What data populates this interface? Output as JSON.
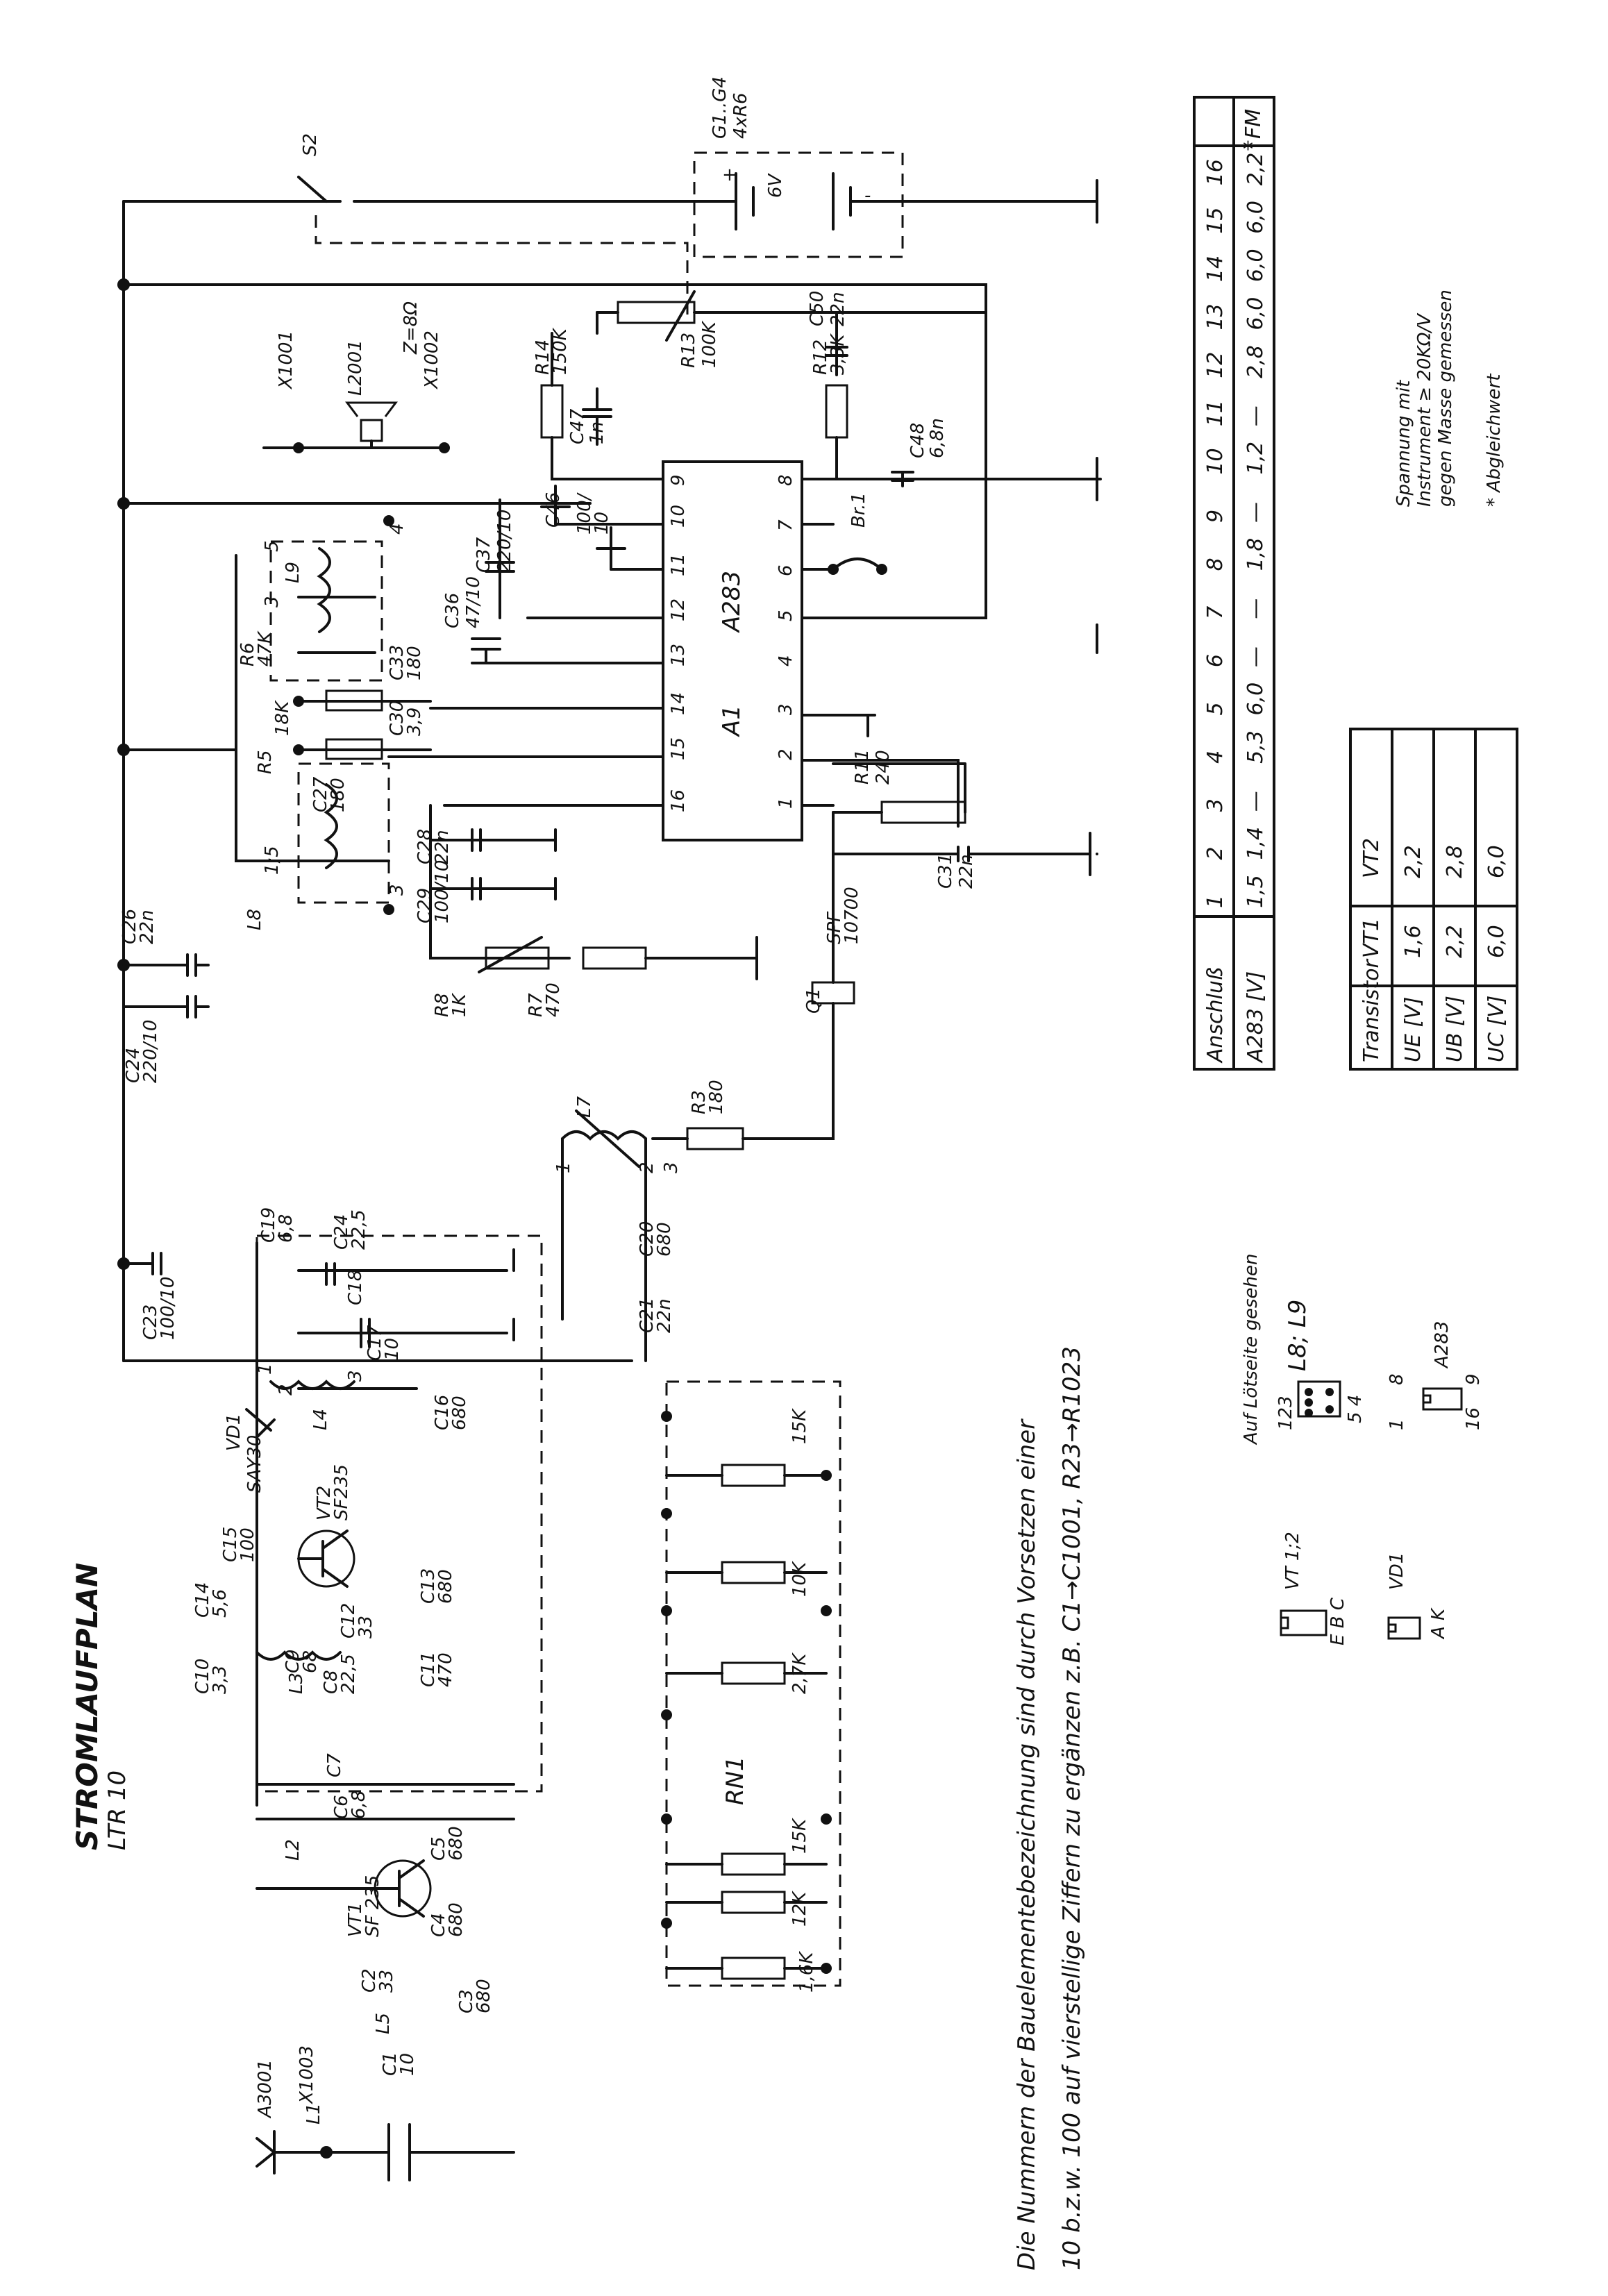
{
  "title": "STROMLAUFPLAN",
  "subtitle": "LTR 10",
  "note_line1": "Die Nummern der Bauelementebezeichnung sind durch Vorsetzen einer",
  "note_line2": "10 b.z.w. 100 auf vierstellige Ziffern zu ergänzen z.B. C1→C1001, R23→R1023",
  "ic": {
    "ref": "A1",
    "type": "A283",
    "pins_top": [
      "9",
      "10",
      "11",
      "12",
      "13",
      "14",
      "15",
      "16"
    ],
    "pins_bottom": [
      "8",
      "7",
      "6",
      "5",
      "4",
      "3",
      "2",
      "1"
    ]
  },
  "battery": {
    "ref": "G1..G4",
    "spec": "4xR6",
    "voltage": "6V",
    "plus": "+",
    "minus": "-"
  },
  "switch": "S2",
  "speaker": {
    "ref": "L2001",
    "impedance": "Z=8Ω",
    "x1": "X1001",
    "x2": "X1002"
  },
  "components": [
    {
      "ref": "R14",
      "val": "150K"
    },
    {
      "ref": "C47",
      "val": "1n"
    },
    {
      "ref": "R13",
      "val": "100K"
    },
    {
      "ref": "C50",
      "val": "22n"
    },
    {
      "ref": "R12",
      "val": "3,3K"
    },
    {
      "ref": "C48",
      "val": "6,8n"
    },
    {
      "ref": "C46",
      "val": "100/10"
    },
    {
      "ref": "C37",
      "val": "220/10"
    },
    {
      "ref": "C36",
      "val": "47/10"
    },
    {
      "ref": "C33",
      "val": "180"
    },
    {
      "ref": "C30",
      "val": "3,9"
    },
    {
      "ref": "R6",
      "val": "47K"
    },
    {
      "ref": "R5",
      "val": "18K"
    },
    {
      "ref": "C27",
      "val": "180"
    },
    {
      "ref": "C28",
      "val": "22n"
    },
    {
      "ref": "C29",
      "val": "100/10"
    },
    {
      "ref": "R8",
      "val": "1K"
    },
    {
      "ref": "R7",
      "val": "470"
    },
    {
      "ref": "R11",
      "val": "240"
    },
    {
      "ref": "C31",
      "val": "22n"
    },
    {
      "ref": "C26",
      "val": "22n"
    },
    {
      "ref": "C24",
      "val": "220/10"
    },
    {
      "ref": "Q1",
      "val": "SPF 10700"
    },
    {
      "ref": "R3",
      "val": "180"
    },
    {
      "ref": "C23",
      "val": "100/10"
    },
    {
      "ref": "C19",
      "val": "6,8"
    },
    {
      "ref": "C24",
      "val": "22,5"
    },
    {
      "ref": "C18",
      "val": ""
    },
    {
      "ref": "C17",
      "val": "10"
    },
    {
      "ref": "C20",
      "val": "680"
    },
    {
      "ref": "C21",
      "val": "22n"
    },
    {
      "ref": "C16",
      "val": "680"
    },
    {
      "ref": "C15",
      "val": "100"
    },
    {
      "ref": "C14",
      "val": "5,6"
    },
    {
      "ref": "C13",
      "val": "680"
    },
    {
      "ref": "C12",
      "val": "33"
    },
    {
      "ref": "C11",
      "val": "470"
    },
    {
      "ref": "C10",
      "val": "3,3"
    },
    {
      "ref": "C9",
      "val": "68"
    },
    {
      "ref": "C8",
      "val": "22,5"
    },
    {
      "ref": "C7",
      "val": ""
    },
    {
      "ref": "C6",
      "val": "6,8"
    },
    {
      "ref": "C5",
      "val": "680"
    },
    {
      "ref": "C4",
      "val": "680"
    },
    {
      "ref": "C3",
      "val": "680"
    },
    {
      "ref": "C2",
      "val": "33"
    },
    {
      "ref": "C1",
      "val": "10"
    },
    {
      "ref": "VT1",
      "val": "SF 235"
    },
    {
      "ref": "VT2",
      "val": "SF 235"
    },
    {
      "ref": "VD1",
      "val": "SAY30"
    },
    {
      "ref": "RN1",
      "val": ""
    },
    {
      "ref": "",
      "val": "15K"
    },
    {
      "ref": "",
      "val": "10K"
    },
    {
      "ref": "",
      "val": "2,7K"
    },
    {
      "ref": "",
      "val": "15K"
    },
    {
      "ref": "",
      "val": "12K"
    },
    {
      "ref": "",
      "val": "1,6K"
    }
  ],
  "coils": [
    "L1",
    "L2",
    "L3",
    "L4",
    "L5",
    "L7",
    "L8",
    "L9"
  ],
  "antenna": {
    "ref": "A3001",
    "conn": "X1003"
  },
  "br": "Br.1",
  "table1": {
    "header": [
      "Anschluß",
      "1",
      "2",
      "3",
      "4",
      "5",
      "6",
      "7",
      "8",
      "9",
      "10",
      "11",
      "12",
      "13",
      "14",
      "15",
      "16"
    ],
    "row": [
      "A283 [V]",
      "1,5",
      "1,4",
      "—",
      "5,3",
      "6,0",
      "—",
      "—",
      "1,8",
      "—",
      "1,2",
      "—",
      "2,8",
      "6,0",
      "6,0",
      "6,0",
      "2,2"
    ],
    "mark": "FM",
    "star": "*"
  },
  "table2": {
    "header": [
      "Transistor",
      "VT1",
      "VT2"
    ],
    "rows": [
      [
        "UE [V]",
        "1,6",
        "2,2"
      ],
      [
        "UB [V]",
        "2,2",
        "2,8"
      ],
      [
        "UC [V]",
        "6,0",
        "6,0"
      ]
    ]
  },
  "measure_note": [
    "Spannung mit",
    "Instrument ≥ 20KΩ/V",
    "gegen Masse gemessen"
  ],
  "adjust_note": "* Abgleichwert",
  "pinout": {
    "title": "Auf Lötseite gesehen",
    "lb": "L8; L9",
    "top": "123",
    "bot": "5 4",
    "ic": "A283",
    "p1": "1",
    "p8": "8",
    "p16": "16",
    "p9": "9",
    "vt": "VT 1;2",
    "vt_pins": "E B C",
    "vd": "VD1",
    "vd_pins": "A K"
  }
}
